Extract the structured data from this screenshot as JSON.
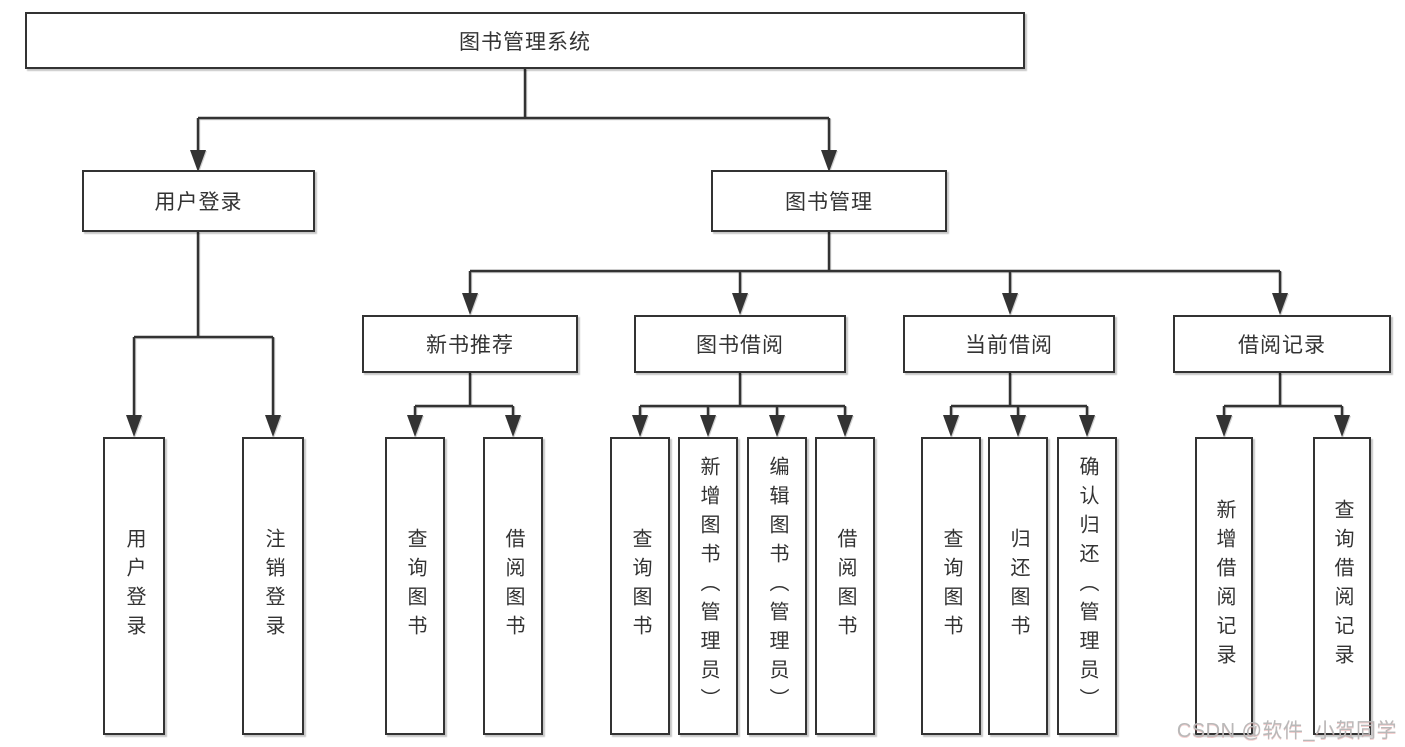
{
  "colors": {
    "background": "#ffffff",
    "line": "#333333",
    "box_border": "#333333",
    "box_fill": "#ffffff",
    "text": "#333333",
    "watermark": "#b9b9b9"
  },
  "root_label": "图书管理系统",
  "nodes": {
    "user_login": {
      "label": "用户登录",
      "children": [
        "用户登录",
        "注销登录"
      ]
    },
    "book_mgmt": {
      "label": "图书管理"
    },
    "new_book": {
      "label": "新书推荐",
      "children": [
        "查询图书",
        "借阅图书"
      ]
    },
    "borrow": {
      "label": "图书借阅",
      "children": [
        "查询图书",
        "新增图书（管理员）",
        "编辑图书（管理员）",
        "借阅图书"
      ]
    },
    "current": {
      "label": "当前借阅",
      "children": [
        "查询图书",
        "归还图书",
        "确认归还（管理员）"
      ]
    },
    "records": {
      "label": "借阅记录",
      "children": [
        "新增借阅记录",
        "查询借阅记录"
      ]
    }
  },
  "watermark": "CSDN @软件_小贺同学"
}
